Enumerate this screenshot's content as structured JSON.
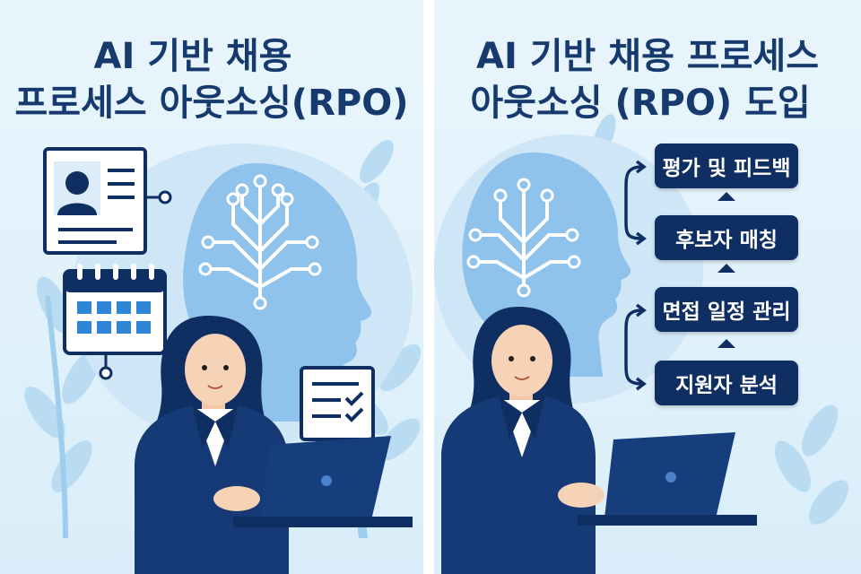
{
  "left": {
    "title_line1": "AI 기반 채용",
    "title_line2": "프로세스 아웃소싱(RPO)"
  },
  "right": {
    "title_line1": "AI 기반 채용 프로세스",
    "title_line2": "아웃소싱 (RPO) 도입",
    "steps": [
      {
        "label": "평가 및 피드백"
      },
      {
        "label": "후보자 매칭"
      },
      {
        "label": "면접 일정 관리"
      },
      {
        "label": "지원자 분석"
      }
    ]
  },
  "colors": {
    "navy": "#0f2f63",
    "title": "#173a6e",
    "head": "#8fc3ec",
    "background": "#e3f2fb",
    "calendar": "#2f86d6"
  }
}
